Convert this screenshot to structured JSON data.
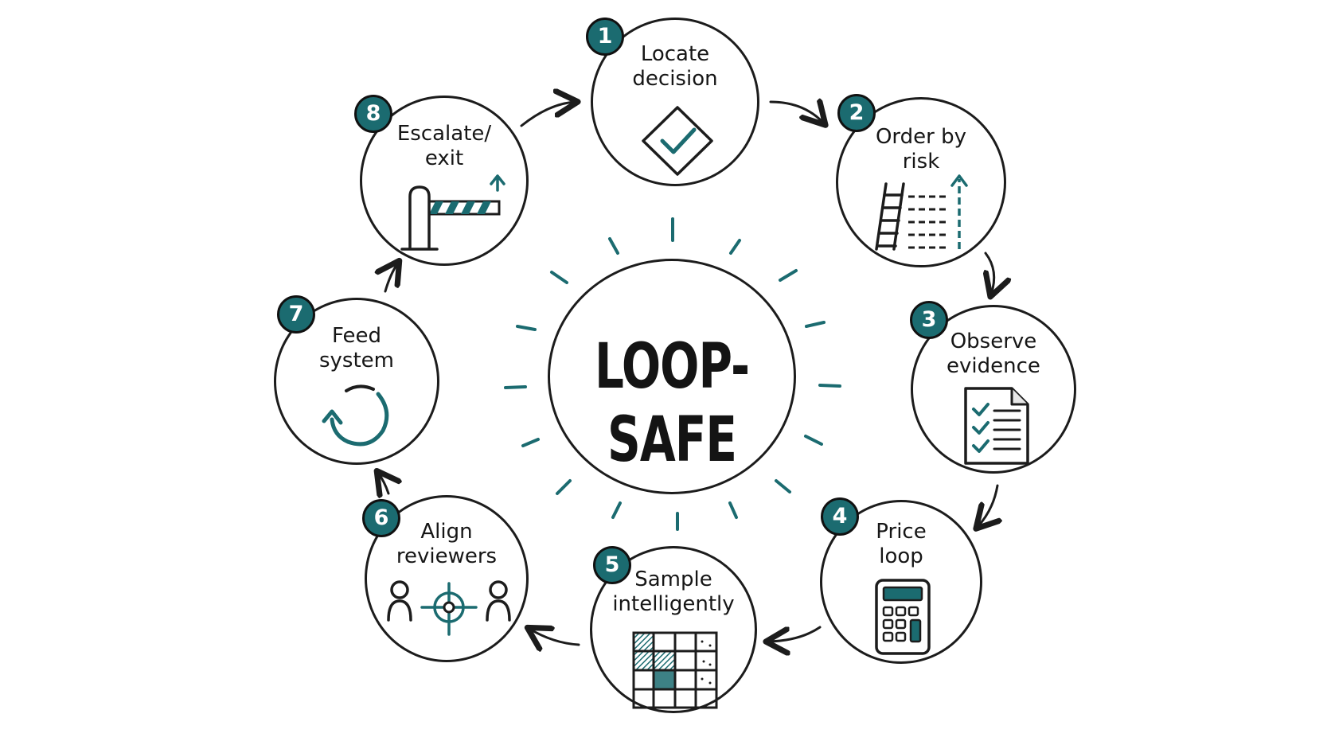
{
  "center": {
    "title": "LOOP-SAFE"
  },
  "colors": {
    "accent": "#1b6b70",
    "ink": "#1c1c1c"
  },
  "steps": [
    {
      "number": "1",
      "lines": [
        "Locate",
        "decision"
      ],
      "icon": "diamond-check-icon"
    },
    {
      "number": "2",
      "lines": [
        "Order by",
        "risk"
      ],
      "icon": "ladder-risk-icon"
    },
    {
      "number": "3",
      "lines": [
        "Observe",
        "evidence"
      ],
      "icon": "checklist-document-icon"
    },
    {
      "number": "4",
      "lines": [
        "Price",
        "loop"
      ],
      "icon": "calculator-icon"
    },
    {
      "number": "5",
      "lines": [
        "Sample",
        "intelligently"
      ],
      "icon": "sample-grid-icon"
    },
    {
      "number": "6",
      "lines": [
        "Align",
        "reviewers"
      ],
      "icon": "reviewers-target-icon"
    },
    {
      "number": "7",
      "lines": [
        "Feed",
        "system"
      ],
      "icon": "refresh-cycle-icon"
    },
    {
      "number": "8",
      "lines": [
        "Escalate/",
        "exit"
      ],
      "icon": "barrier-gate-icon"
    }
  ]
}
